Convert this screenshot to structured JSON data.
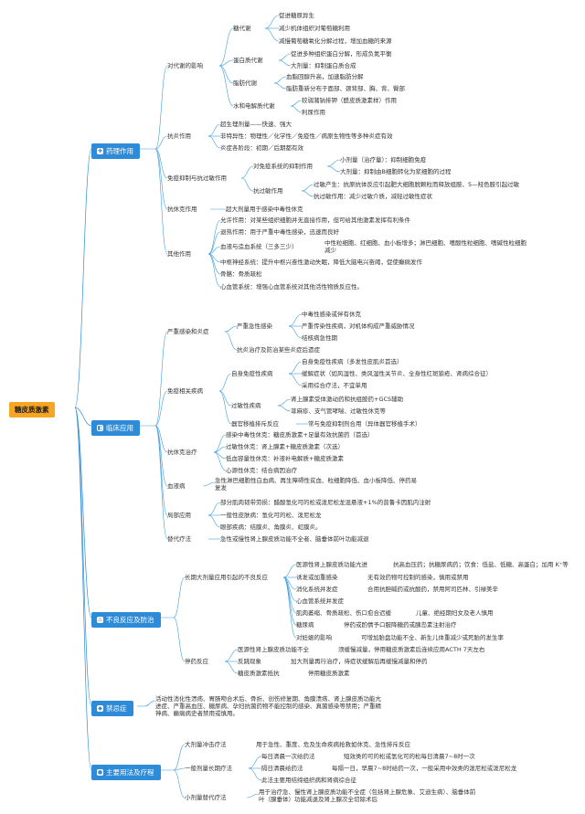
{
  "root": "糖皮质激素",
  "branches": [
    {
      "label": "药理作用",
      "icon": "pills-icon"
    },
    {
      "label": "临床应用",
      "icon": "clinic-icon"
    },
    {
      "label": "不良反应及防治",
      "icon": "warning-icon"
    },
    {
      "label": "禁忌症",
      "icon": "shield-icon"
    },
    {
      "label": "主要用法及疗程",
      "icon": "schedule-icon"
    }
  ],
  "nodes": [
    "对代谢的影响",
    "糖代谢",
    "促进糖原异生",
    "减少机体组织对葡萄糖利用",
    "减慢葡萄糖氧化分解过程，增加血糖的来源",
    "蛋白质代谢",
    "促进多种组织蛋白分解，形成负氮平衡",
    "大剂量：抑制蛋白质合成",
    "脂肪代谢",
    "血脂回醇升高，加速脂肪分解",
    "脂肪重新分布于面部、颈背部、胸、背、臀部",
    "水和电解质代谢",
    "较弱潴钠排钾（醛皮质激素样）作用",
    "利尿作用",
    "抗炎作用",
    "超生理剂量——快速、强大",
    "非特异性：物理性／化学性／免疫性／病原生物性等多种炎症有效",
    "炎症各阶段：初期／后期都有效",
    "免疫抑制与抗过敏作用",
    "对免疫系统的抑制作用",
    "小剂量（治疗量）：抑制细胞免疫",
    "大剂量：抑制由B细胞转化为浆细胞的过程",
    "抗过敏作用",
    "过敏产生：抗原抗体反应引起肥大细胞脱颗粒而释放组胺、5—羟色胺引起过敏",
    "抗过敏作用：减少过敏介质，减轻过敏性症状",
    "抗休克作用",
    "超大剂量用于感染中毒性休克",
    "其他作用",
    "允许作用：对某些组织细胞并无直接作用，但可给其他激素发挥有利条件",
    "退热作用：用于严重中毒性感染，迅速而良好",
    "血液与造血系统（三多三少）",
    "中性粒细胞、红细胞、血小板增多；淋巴细胞、嗜酸性粒细胞、嗜碱性粒细胞减少",
    "中枢神经系统：提升中枢兴奋性激动失眠，降低大脑电兴奋阈，促使癫痫发作",
    "骨骼：骨质疏松",
    "心血管系统：增强心血管系统对其他活性物质反应性。",
    "严重感染和炎症",
    "严重急性感染",
    "中毒性感染或伴有休克",
    "严重传染性疾病，对机体构成严重威胁情况",
    "结核病急性期",
    "抗炎治疗及防治某些炎症后遗症",
    "免疫相关疾病",
    "自身免疫性疾病",
    "自身免疫性疾病（多发性皮肌炎首选）",
    "缓解症状（如风湿性、类风湿性关节炎、全身性红斑狼疮、肾病综合征）",
    "采用综合疗法，不宜单用",
    "过敏性疾病",
    "肾上腺素受体激动药和抗组胺药+GCS辅助",
    "荨麻疹、支气管哮喘、过敏性休克等",
    "器官移植排斥反应",
    "常与免疫抑制剂合用（异体器官移植手术）",
    "抗休克治疗",
    "感染中毒性休克：糖皮质激素+足量有效抗菌药（首选）",
    "过敏性休克：肾上腺素+糖皮质激素（次选）",
    "低血容量性休克：补液补电解质+糖皮质激素",
    "心源性休克：结合病因治疗",
    "血液病",
    "急性淋巴细胞性白血病、再生障碍性贫血、粒细胞降低、血小板降低、停药易复发",
    "局部应用",
    "部分肌肉韧带劳损：醋酸氢化可的松或泼尼松龙混悬液+1%的普鲁卡因肌内注射",
    "一般性皮肤病：氢化可的松、泼尼松龙",
    "眼部疾病：结膜炎、角膜炎、虹膜炎。",
    "替代疗法",
    "急性或慢性肾上腺皮质功能不全者、脑垂体前叶功能减退",
    "长期大剂量应用引起的不良反应",
    "医源性肾上腺皮质功能亢进",
    "抗高血压药；抗糖尿病药；饮食：低盐、低糖、高蛋白；加用 K⁺等",
    "诱发或加重感染",
    "无有效药物可控制的感染，慎用或禁用",
    "消化系统并发症",
    "合用抗胆碱药或抗酸药，禁用阿司匹林、引禄美辛",
    "心血管系统并发症",
    "肌肉萎缩、骨质疏松、伤口愈合迟缓",
    "儿童、绝经期妇女及老人慎用",
    "糖尿病",
    "停药或酌情予口服降糖药或胰岛素注射治疗",
    "对妊娠的影响",
    "可增加胎盘功能不全、新生儿体重减少或死胎的发生率",
    "停药反应",
    "医源性肾上腺皮质功能不全",
    "须缓慢减量，停用糖皮质激素后连续应用ACTH 7天左右",
    "反跳现象",
    "加大剂量再行治疗，待症状缓解后再缓慢减量和停药",
    "糖皮质激素抵抗",
    "停用糖皮质激素",
    "活动性消化性溃疡、胃肠吻合术后、骨折、创伤修复期、角膜溃疡、肾上腺皮质功能亢进症、严重高血压、糖尿病、孕妇抗菌药物不能控制的感染、真菌感染等禁用；严重精神病、癫痫病史者禁用或慎用。",
    "大剂量冲击疗法",
    "用于急性、重度、危及生命疾病抢救如休克、急性排斥反应",
    "一般剂量长期疗法",
    "每日清晨一次给药法",
    "短效类的可的松或氢化可的松每日清晨7~8时一次",
    "隔日清晨给药法",
    "每隔一日，早晨7~8时给药一次，一般采用中效类的泼尼松或泼尼松龙",
    "此法主要用结缔组织病和肾病综合征",
    "小剂量替代疗法",
    "用于治疗急、慢性肾上腺皮质功能不全症（包括肾上腺危象、艾迪生病）、脑垂体前叶（腺垂体）功能减退及肾上腺次全切除术后"
  ]
}
